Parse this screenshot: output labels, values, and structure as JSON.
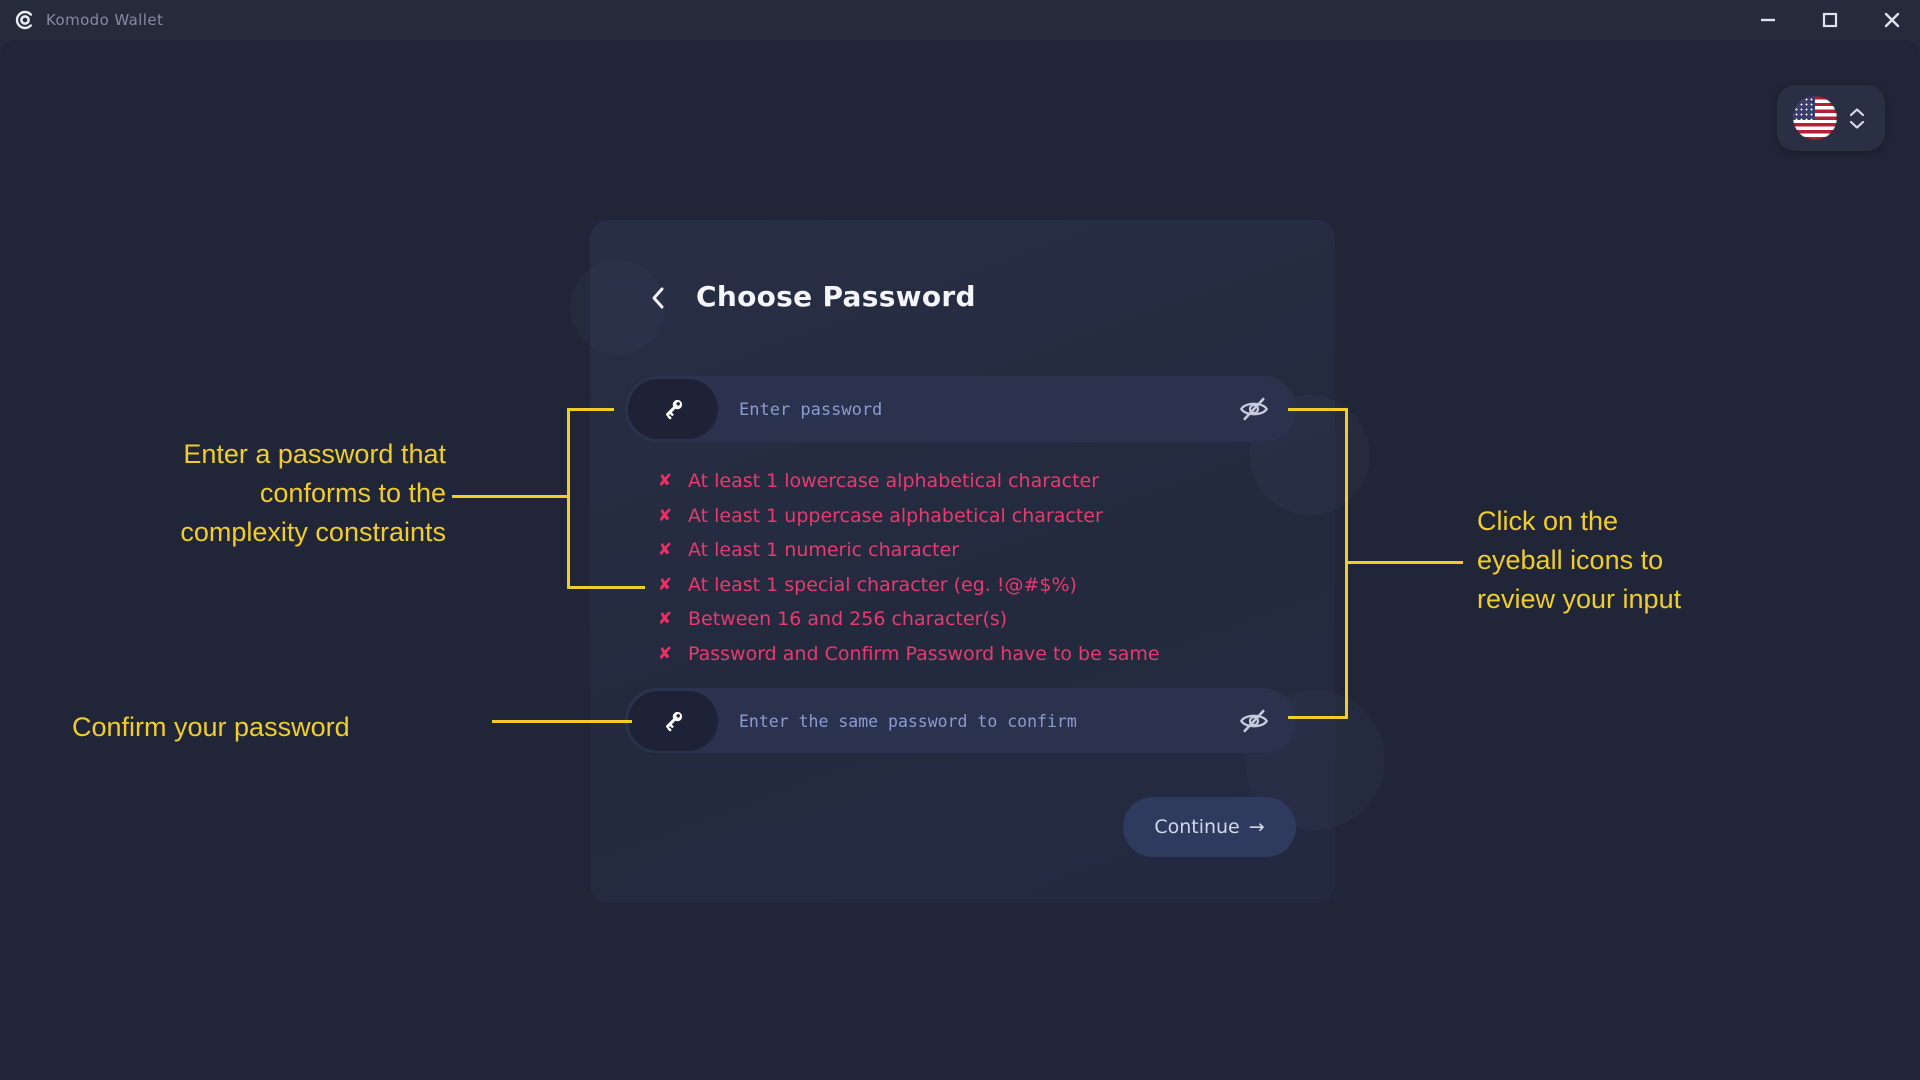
{
  "window": {
    "app_title": "Komodo Wallet",
    "controls": {
      "minimize_label": "minimize",
      "maximize_label": "maximize",
      "close_label": "close"
    }
  },
  "language_selector": {
    "selected": "en-US",
    "flag_icon": "us-flag",
    "chevron_icon": "chevron-up-down"
  },
  "card": {
    "title": "Choose Password",
    "back_icon": "chevron-left",
    "password_input": {
      "value": "",
      "placeholder": "Enter password"
    },
    "confirm_input": {
      "value": "",
      "placeholder": "Enter the same password to confirm"
    },
    "x_mark": "✘",
    "requirements": [
      "At least 1 lowercase alphabetical character",
      "At least 1 uppercase alphabetical character",
      "At least 1 numeric character",
      "At least 1 special character (eg. !@#$%)",
      "Between 16 and 256 character(s)",
      "Password and Confirm Password have to be same"
    ],
    "continue_button": {
      "label": "Continue",
      "arrow": "→"
    }
  },
  "annotations": {
    "password_note": {
      "lines": [
        "Enter a password that",
        "conforms to the",
        "complexity constraints"
      ]
    },
    "confirm_note": "Confirm your password",
    "eyeball_note": {
      "lines": [
        "Click on the",
        "eyeball icons to",
        "review your input"
      ]
    }
  },
  "colors": {
    "annotation_yellow": "#f0cd2b",
    "error_pink": "#e73a6f",
    "page_background": "#202637",
    "titlebar_background": "#262b3c",
    "card_background": "#252b40",
    "input_background": "#2b324e",
    "button_background": "#2e3a5e",
    "placeholder_text": "#8c9cd2"
  }
}
